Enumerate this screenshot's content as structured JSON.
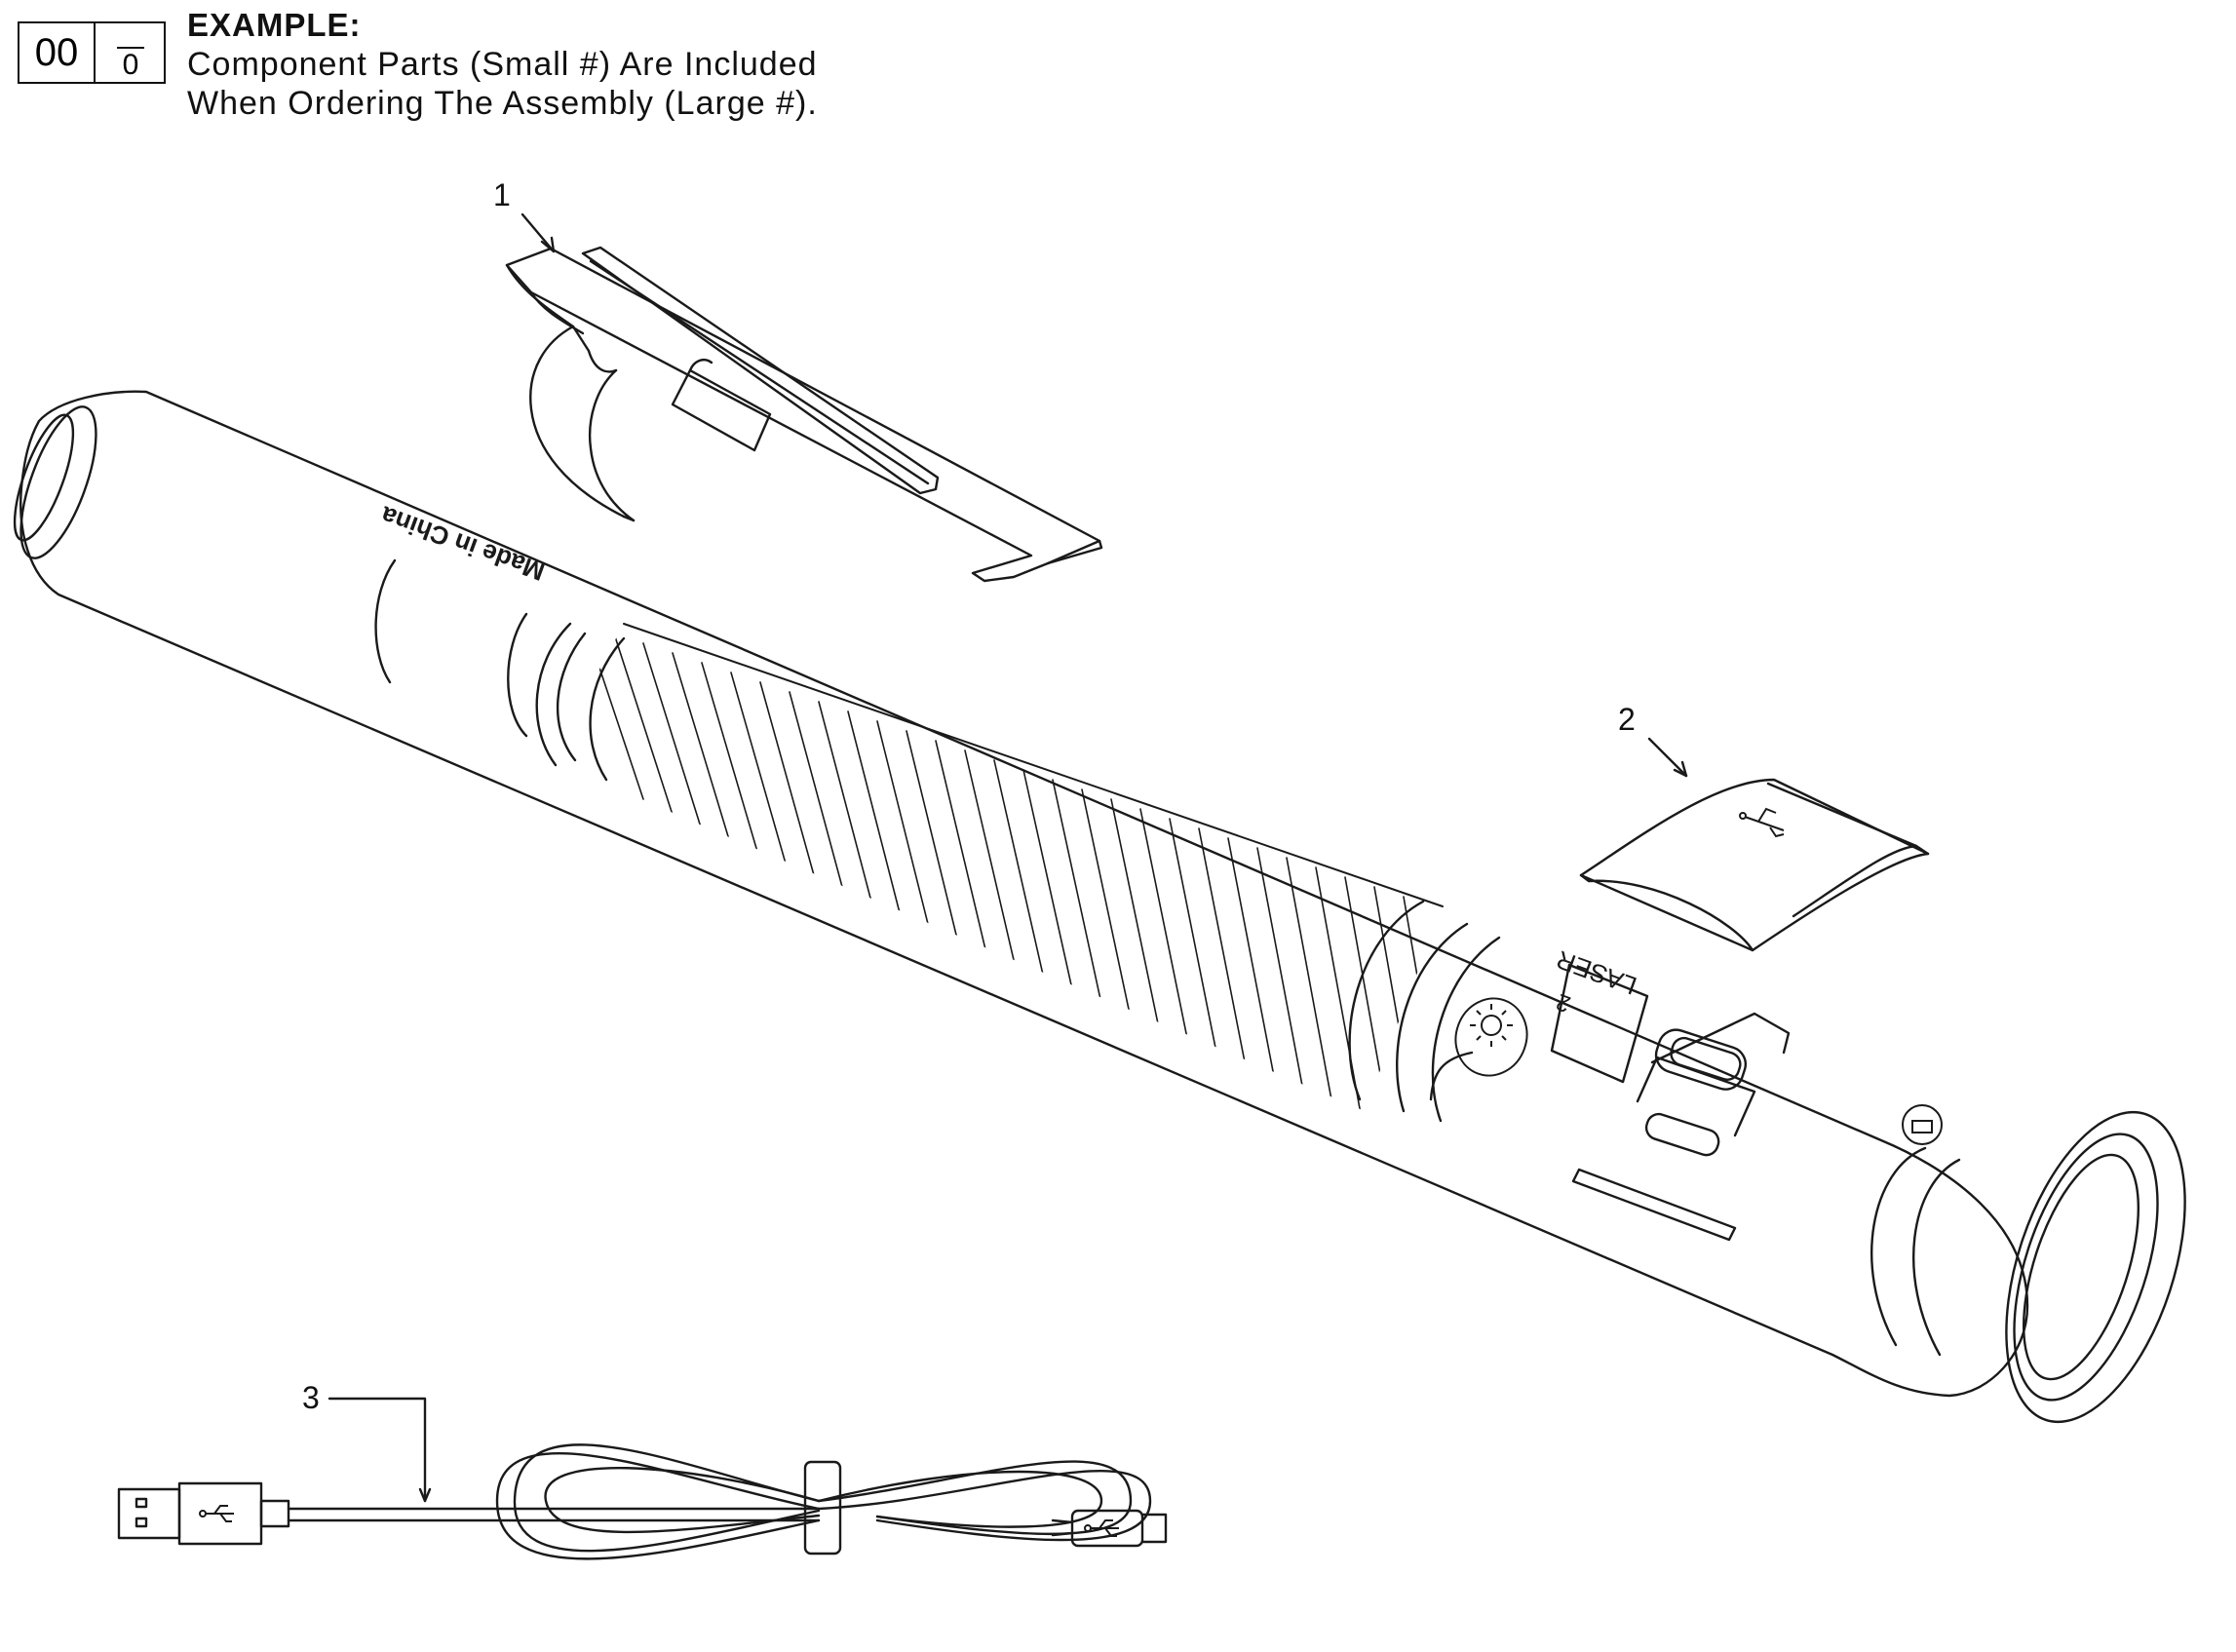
{
  "legend": {
    "assembly_number": "00",
    "component_number": "0",
    "title": "EXAMPLE:",
    "line1": "Component Parts (Small #) Are Included",
    "line2": "When Ordering The Assembly (Large #)."
  },
  "callouts": [
    "1",
    "2",
    "3"
  ],
  "body_text": {
    "made_in": "Made in China",
    "laser": "LASER",
    "laser_number": "2"
  },
  "icons": [
    "usb-icon",
    "sun-icon",
    "battery-icon"
  ]
}
